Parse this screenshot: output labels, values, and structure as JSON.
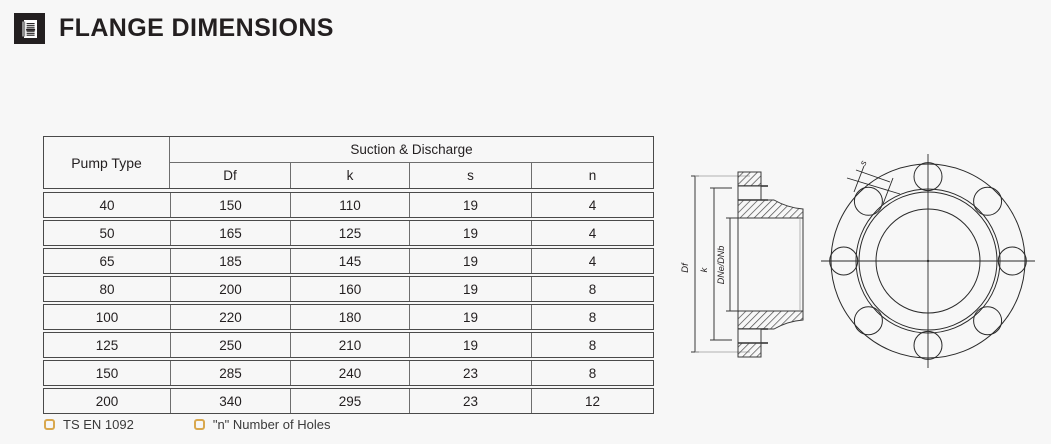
{
  "header": {
    "icon": "document-list-icon",
    "title": "FLANGE DIMENSIONS"
  },
  "table": {
    "col_pump_type": "Pump Type",
    "col_group": "Suction & Discharge",
    "subheaders": [
      "Df",
      "k",
      "s",
      "n"
    ],
    "rows": [
      {
        "type": "40",
        "df": "150",
        "k": "110",
        "s": "19",
        "n": "4"
      },
      {
        "type": "50",
        "df": "165",
        "k": "125",
        "s": "19",
        "n": "4"
      },
      {
        "type": "65",
        "df": "185",
        "k": "145",
        "s": "19",
        "n": "4"
      },
      {
        "type": "80",
        "df": "200",
        "k": "160",
        "s": "19",
        "n": "8"
      },
      {
        "type": "100",
        "df": "220",
        "k": "180",
        "s": "19",
        "n": "8"
      },
      {
        "type": "125",
        "df": "250",
        "k": "210",
        "s": "19",
        "n": "8"
      },
      {
        "type": "150",
        "df": "285",
        "k": "240",
        "s": "23",
        "n": "8"
      },
      {
        "type": "200",
        "df": "340",
        "k": "295",
        "s": "23",
        "n": "12"
      }
    ]
  },
  "notes": [
    {
      "marker": "square-outline-marker",
      "text": "TS EN 1092"
    },
    {
      "marker": "square-outline-marker",
      "text": "\"n\" Number of Holes"
    }
  ],
  "drawing": {
    "labels": {
      "df": "Df",
      "k": "k",
      "dne_dnb": "DNe/DNb",
      "s": "s"
    },
    "bolt_holes": 8
  },
  "colors": {
    "background": "#f7f7f7",
    "ink": "#231f20",
    "rule": "#4a4a4a",
    "marker": "#d9a84e"
  }
}
